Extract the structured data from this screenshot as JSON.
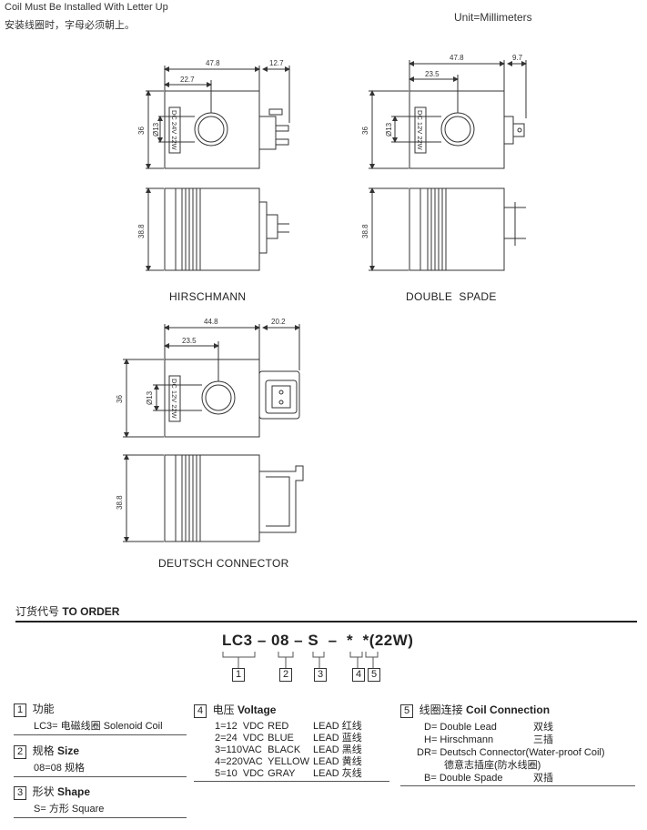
{
  "header": {
    "line1": "Coil Must Be Installed With Letter Up",
    "line2": "安装线圈时，字母必须朝上。",
    "unit": "Unit=Millimeters"
  },
  "diagrams": {
    "hirschmann": {
      "caption": "HIRSCHMANN",
      "dim_total": "47.8",
      "dim_conn": "12.7",
      "dim_center": "22.7",
      "dim_height": "36",
      "dim_dia": "Ø13",
      "label": "DC 24V 22W",
      "dim_side": "38.8"
    },
    "double_spade": {
      "caption": "DOUBLE  SPADE",
      "dim_total": "47.8",
      "dim_conn": "9.7",
      "dim_center": "23.5",
      "dim_height": "36",
      "dim_dia": "Ø13",
      "label": "DC 12V 22W",
      "dim_side": "38.8"
    },
    "deutsch": {
      "caption": "DEUTSCH CONNECTOR",
      "dim_total": "44.8",
      "dim_conn": "20.2",
      "dim_center": "23.5",
      "dim_height": "36",
      "dim_dia": "Ø13",
      "label": "DC 12V 22W",
      "dim_side": "38.8"
    }
  },
  "order": {
    "title_cn": "订货代号",
    "title_en": "TO ORDER",
    "code": "LC3 – 08 – S  –  *  *(22W)",
    "boxes": [
      "1",
      "2",
      "3",
      "4",
      "5"
    ]
  },
  "sections": {
    "s1": {
      "num": "1",
      "title_cn": "功能",
      "line": "LC3= 电磁线圈 Solenoid Coil"
    },
    "s2": {
      "num": "2",
      "title_cn": "规格",
      "title_en": "Size",
      "line": "08=08 规格"
    },
    "s3": {
      "num": "3",
      "title_cn": "形状",
      "title_en": "Shape",
      "line": "S= 方形 Square"
    },
    "s4": {
      "num": "4",
      "title_cn": "电压",
      "title_en": "Voltage",
      "rows": [
        {
          "code": "1=12  VDC",
          "color": "RED",
          "lead": "LEAD 红线"
        },
        {
          "code": "2=24  VDC",
          "color": "BLUE",
          "lead": "LEAD 蓝线"
        },
        {
          "code": "3=110VAC",
          "color": "BLACK",
          "lead": "LEAD 黑线"
        },
        {
          "code": "4=220VAC",
          "color": "YELLOW",
          "lead": "LEAD 黄线"
        },
        {
          "code": "5=10  VDC",
          "color": "GRAY",
          "lead": "LEAD 灰线"
        }
      ]
    },
    "s5": {
      "num": "5",
      "title_cn": "线圈连接",
      "title_en": "Coil Connection",
      "d": "D= Double Lead",
      "d_cn": "双线",
      "h": "H= Hirschmann",
      "h_cn": "三插",
      "dr": "DR= Deutsch Connector(Water-proof Coil)",
      "dr_cn": "德意志插座(防水线圈)",
      "b": "B= Double Spade",
      "b_cn": "双插"
    }
  }
}
